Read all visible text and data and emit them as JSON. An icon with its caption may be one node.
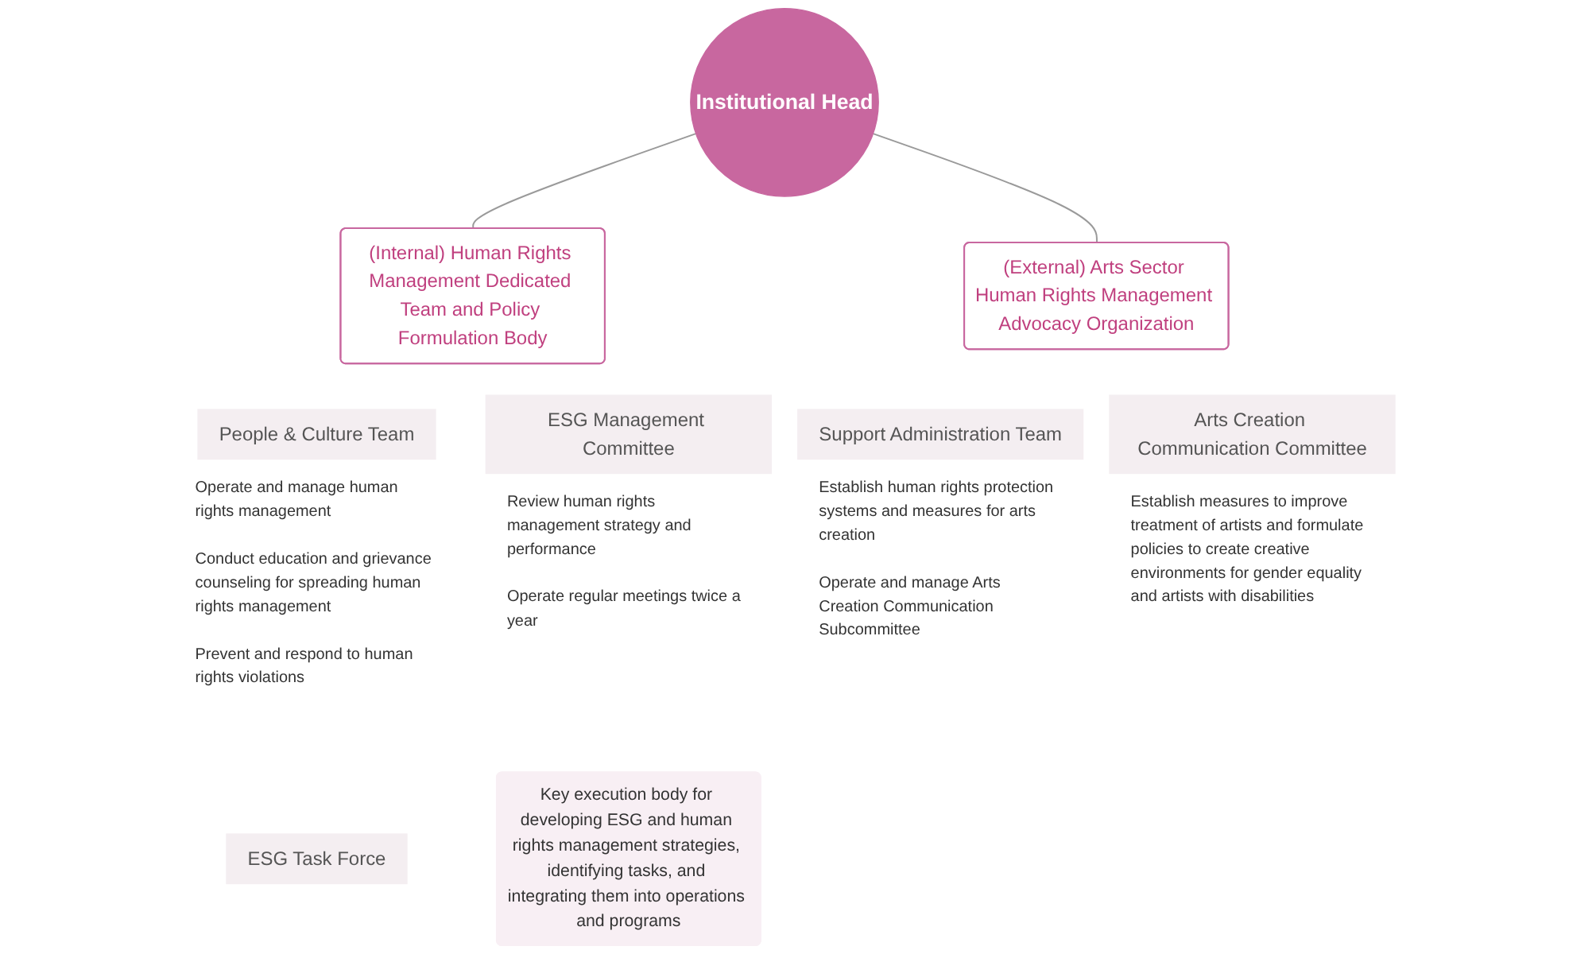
{
  "diagram": {
    "nodes": [
      {
        "text": [
          "Institutional Head"
        ]
      },
      {
        "text": [
          "(Internal) Human Rights Management Dedicated Team and Policy Formulation Body"
        ]
      },
      {
        "text": [
          "(External) Arts Sector Human Rights Management Advocacy Organization"
        ]
      },
      {
        "text": [
          "People & Culture Team"
        ],
        "beside": [
          "Operate and manage human rights management",
          "Conduct education and grievance counseling for spreading human rights management",
          "Prevent and respond to human rights violations"
        ]
      },
      {
        "text": [
          "ESG Management Committee"
        ],
        "beside": [
          "Review human rights management strategy and performance",
          "Operate regular meetings twice a year"
        ]
      },
      {
        "text": [
          "Support Administration Team"
        ],
        "beside": [
          "Establish human rights protection systems and measures for arts creation",
          "Operate and manage Arts Creation Communication Subcommittee"
        ]
      },
      {
        "text": [
          "Arts Creation Communication Committee"
        ],
        "beside": [
          "Establish measures to improve treatment of artists and formulate policies to create creative environments for gender equality and artists with disabilities"
        ]
      },
      {
        "text": [
          "ESG Task Force"
        ]
      },
      {
        "text": [
          "Key execution body for developing ESG and human rights management strategies, identifying tasks, and integrating them into operations and programs"
        ]
      }
    ],
    "edges": [
      {
        "from": 0,
        "to": 1,
        "arrow": "none"
      },
      {
        "from": 0,
        "to": 2,
        "arrow": "none"
      }
    ]
  }
}
